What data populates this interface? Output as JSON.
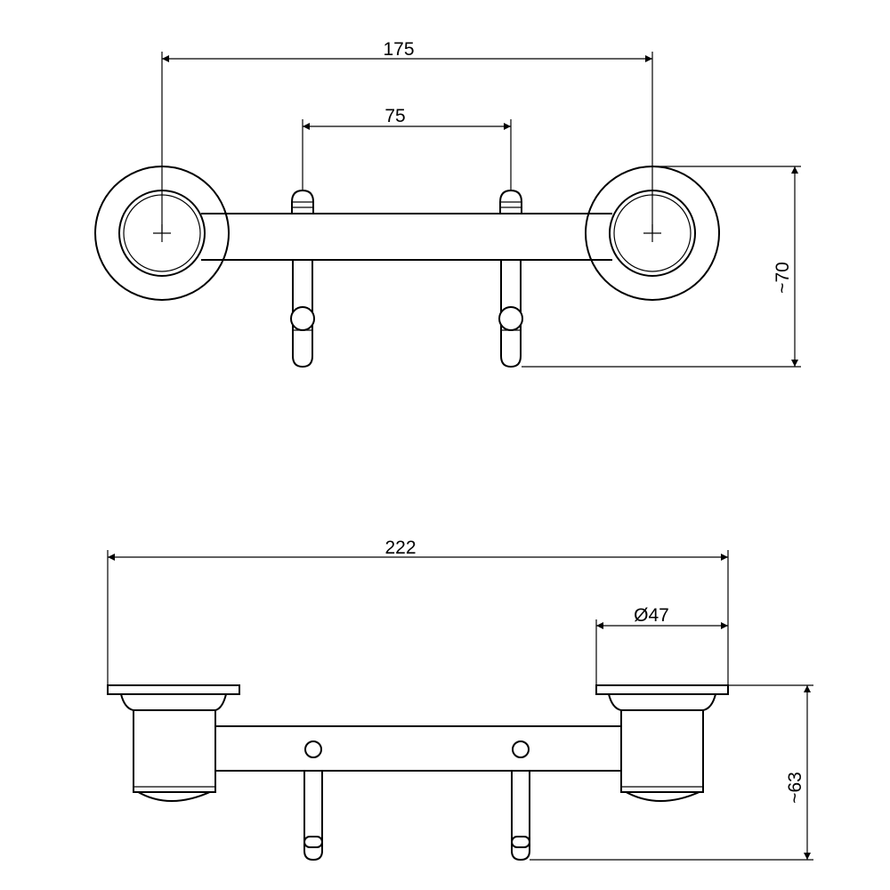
{
  "top_view": {
    "dim_mount_spacing": "175",
    "dim_hook_spacing": "75",
    "dim_height": "~70"
  },
  "front_view": {
    "dim_total_length": "222",
    "dim_flange_diameter": "Ø47",
    "dim_depth": "~63"
  }
}
